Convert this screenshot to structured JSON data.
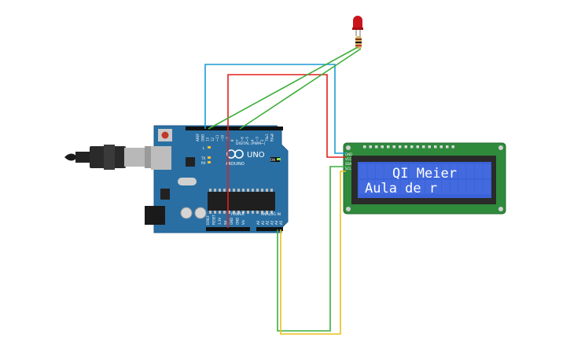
{
  "arduino": {
    "brand": "ARDUINO",
    "model": "UNO",
    "digital_header": "DIGITAL (PWM~)",
    "power_header": "POWER",
    "analog_header": "ANALOG IN",
    "on_label": "ON",
    "tx_label": "TX",
    "rx_label": "RX",
    "l_label": "L",
    "digital_pins": [
      "AREF",
      "GND",
      "13",
      "12",
      "~11",
      "~10",
      "~9",
      "8",
      "7",
      "~6",
      "~5",
      "4",
      "~3",
      "2",
      "TX▸1",
      "RX◂0"
    ],
    "power_pins": [
      "IOREF",
      "RESET",
      "3.3V",
      "5V",
      "GND",
      "GND",
      "Vin"
    ],
    "analog_pins": [
      "A0",
      "A1",
      "A2",
      "A3",
      "A4",
      "A5"
    ]
  },
  "lcd": {
    "pins": [
      "GND",
      "VCC",
      "SDA",
      "SCL"
    ],
    "line1": "QI Meier",
    "line2": "Aula de r"
  },
  "colors": {
    "board": "#2a6fa3",
    "lcd_board": "#2f8a3c",
    "lcd_screen": "#3b63d9",
    "wire_red": "#e0201b",
    "wire_blue": "#1b9cd3",
    "wire_green": "#3cae3a",
    "wire_yellow": "#e8c21a",
    "led": "#c8141a"
  }
}
